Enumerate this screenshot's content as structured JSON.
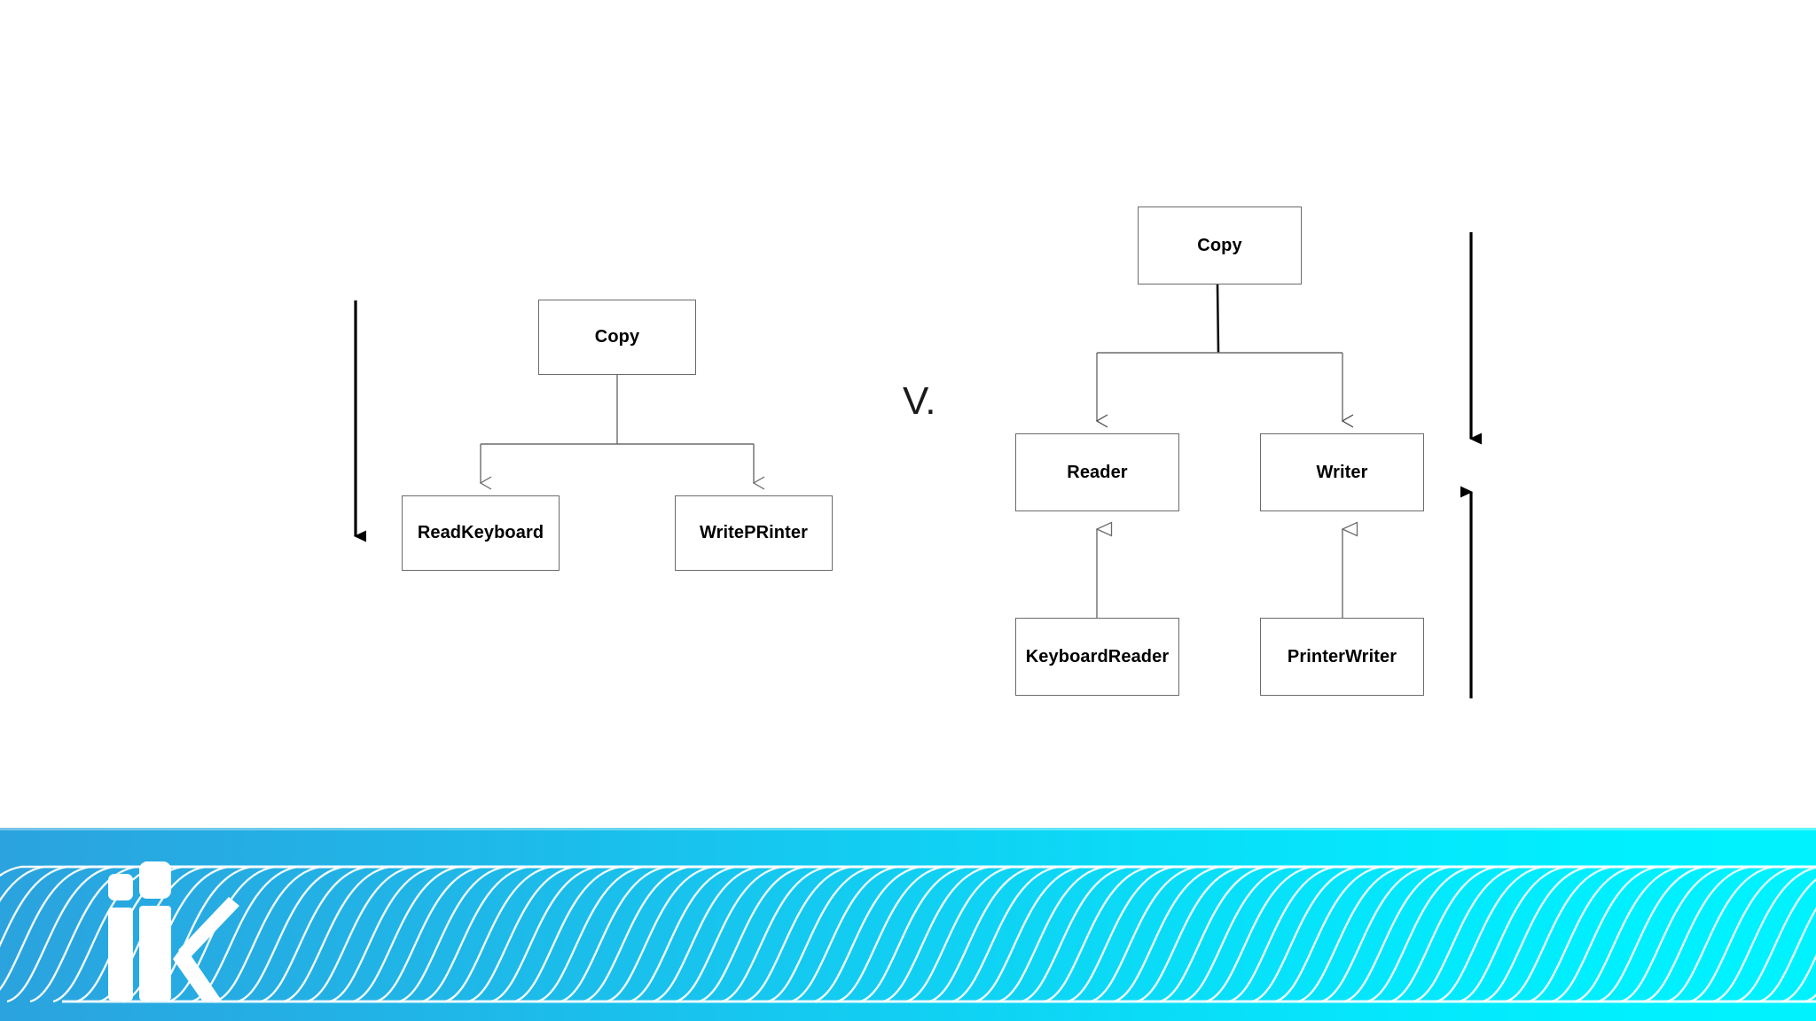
{
  "slide": {
    "background_color": "#ffffff",
    "comparison_label": "V."
  },
  "left_diagram": {
    "name": "procedural-decomposition-tree",
    "nodes": [
      {
        "id": "copy",
        "label": "Copy"
      },
      {
        "id": "read_keyboard",
        "label": "ReadKeyboard"
      },
      {
        "id": "write_printer",
        "label": "WritePRinter"
      }
    ],
    "edges": [
      {
        "from": "copy",
        "to": "read_keyboard",
        "type": "dependency-arrow"
      },
      {
        "from": "copy",
        "to": "write_printer",
        "type": "dependency-arrow"
      }
    ],
    "flow_arrow": {
      "name": "downward-flow-arrow",
      "direction": "down"
    }
  },
  "right_diagram": {
    "name": "dependency-inversion-tree",
    "nodes": [
      {
        "id": "copy",
        "label": "Copy"
      },
      {
        "id": "reader",
        "label": "Reader"
      },
      {
        "id": "writer",
        "label": "Writer"
      },
      {
        "id": "keyboard_reader",
        "label": "KeyboardReader"
      },
      {
        "id": "printer_writer",
        "label": "PrinterWriter"
      }
    ],
    "edges": [
      {
        "from": "copy",
        "to": "reader",
        "type": "dependency-arrow"
      },
      {
        "from": "copy",
        "to": "writer",
        "type": "dependency-arrow"
      },
      {
        "from": "keyboard_reader",
        "to": "reader",
        "type": "inheritance-arrow"
      },
      {
        "from": "printer_writer",
        "to": "writer",
        "type": "inheritance-arrow"
      }
    ],
    "flow_arrows": [
      {
        "name": "downward-flow-arrow",
        "direction": "down"
      },
      {
        "name": "upward-flow-arrow",
        "direction": "up"
      }
    ]
  },
  "footer": {
    "name": "brand-footer-band",
    "logo_name": "iik-logo",
    "gradient_start": "#2ba3de",
    "gradient_end": "#00f2ff",
    "wave_color": "#ffffff"
  },
  "colors": {
    "box_border": "#6b6b6b",
    "connector": "#6b6b6b",
    "connector_strong": "#111111",
    "text": "#000000"
  }
}
